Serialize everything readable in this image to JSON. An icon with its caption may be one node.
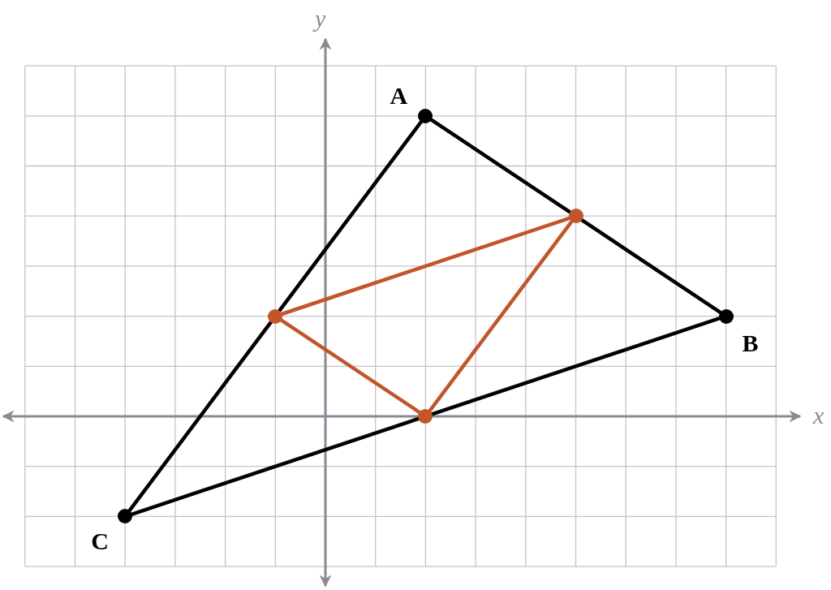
{
  "diagram": {
    "nodes": [
      {
        "text": [],
        "shape": "circle",
        "beside": [
          "A"
        ]
      },
      {
        "text": [],
        "shape": "circle",
        "beside": [
          "B"
        ]
      },
      {
        "text": [],
        "shape": "circle",
        "beside": [
          "C"
        ]
      },
      {
        "text": [],
        "shape": "circle"
      },
      {
        "text": [],
        "shape": "circle"
      },
      {
        "text": [],
        "shape": "circle"
      }
    ],
    "edges": [
      {
        "from": 0,
        "to": 3,
        "arrow": "none"
      },
      {
        "from": 3,
        "to": 1,
        "arrow": "none"
      },
      {
        "from": 1,
        "to": 4,
        "arrow": "none"
      },
      {
        "from": 4,
        "to": 2,
        "arrow": "none"
      },
      {
        "from": 2,
        "to": 5,
        "arrow": "none"
      },
      {
        "from": 5,
        "to": 0,
        "arrow": "none"
      },
      {
        "from": 5,
        "to": 3,
        "arrow": "none",
        "color": "#c0562a"
      },
      {
        "from": 3,
        "to": 4,
        "arrow": "none",
        "color": "#c0562a"
      },
      {
        "from": 4,
        "to": 5,
        "arrow": "none",
        "color": "#c0562a"
      }
    ],
    "labels": [
      "y",
      "x"
    ]
  }
}
